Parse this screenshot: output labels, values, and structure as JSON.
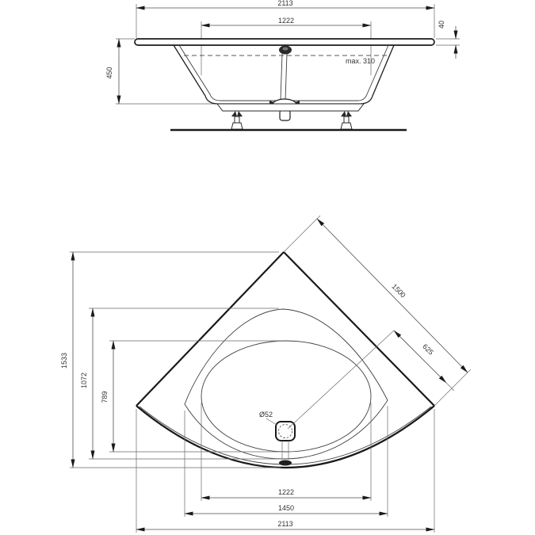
{
  "drawing": {
    "type": "bathtub technical drawing",
    "colors": {
      "line": "#1a1a1a",
      "dim": "#4d4d4d",
      "text": "#333333",
      "background": "#ffffff"
    },
    "side_view": {
      "dim_overall_width": "2113",
      "dim_fitting_distance": "1222",
      "dim_rim_thickness": "40",
      "dim_height": "450",
      "water_depth_note": "max. 310"
    },
    "plan_view": {
      "dim_overall_depth": "1533",
      "dim_basin_outer_depth": "1072",
      "dim_basin_inner_depth": "789",
      "dim_edge_length": "1500",
      "dim_drain_offset": "625",
      "drain_label": "Ø52",
      "dim_basin_width": "1222",
      "dim_inner_width": "1450",
      "dim_overall_width": "2113"
    }
  }
}
